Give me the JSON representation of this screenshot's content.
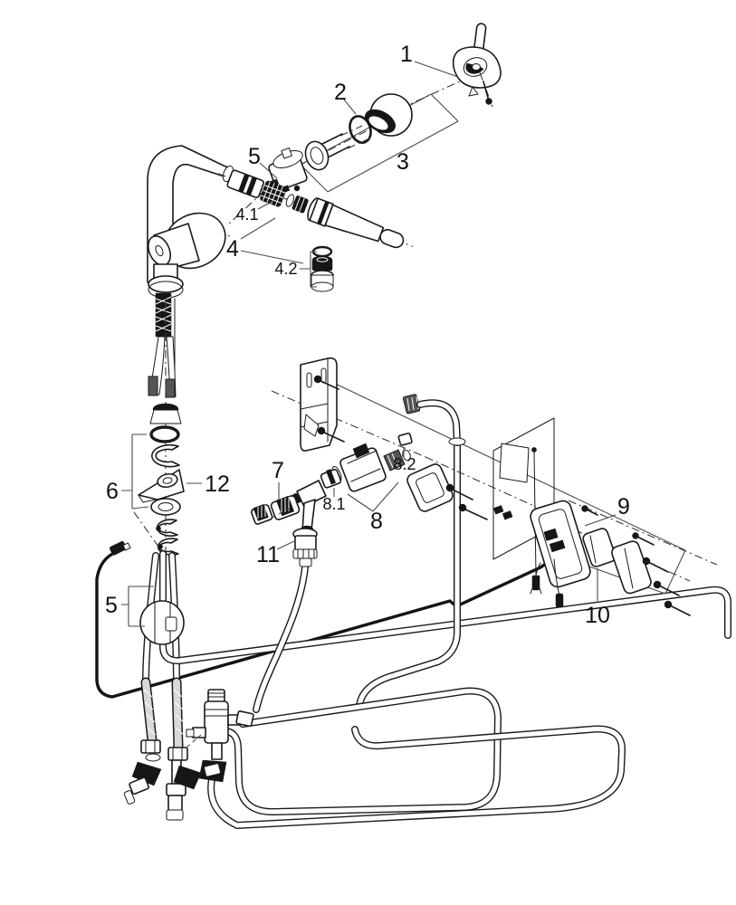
{
  "diagram": {
    "callouts": {
      "n1": "1",
      "n2": "2",
      "n3": "3",
      "n4": "4",
      "n4_1": "4.1",
      "n4_2": "4.2",
      "n5_spout": "5",
      "n5_weight": "5",
      "n6": "6",
      "n7": "7",
      "n8": "8",
      "n8_1": "8.1",
      "n8_2": "8.2",
      "n9": "9",
      "n10": "10",
      "n11": "11",
      "n12": "12"
    },
    "colors": {
      "line": "#1a1a1a",
      "dark_fill": "#161616",
      "paper": "#ffffff"
    }
  }
}
